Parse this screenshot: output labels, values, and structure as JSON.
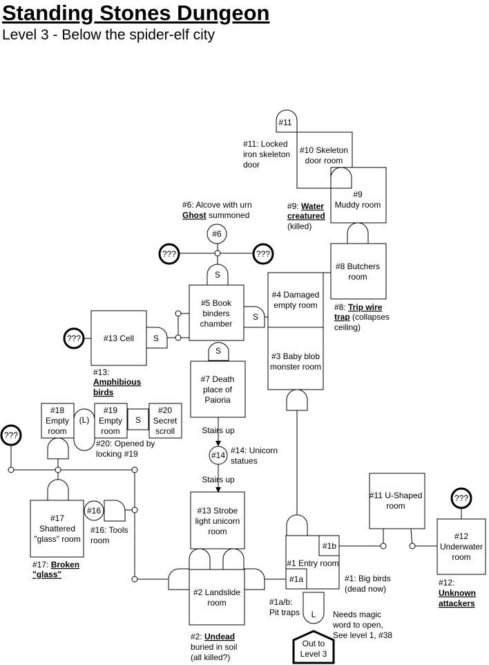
{
  "header": {
    "title": "Standing Stones Dungeon",
    "subtitle": "Level 3 - Below the spider-elf city"
  },
  "rooms": {
    "r1": [
      "#1 Entry room"
    ],
    "r1a": [
      "#1a"
    ],
    "r1b": [
      "#1b"
    ],
    "r2": [
      "#2 Landslide",
      "room"
    ],
    "r3": [
      "#3 Baby blob",
      "monster room"
    ],
    "r4": [
      "#4 Damaged",
      "empty room"
    ],
    "r5": [
      "#5 Book",
      "binders",
      "chamber"
    ],
    "r7": [
      "#7 Death",
      "place of",
      "Paioria"
    ],
    "r8": [
      "#8 Butchers",
      "room"
    ],
    "r9": [
      "#9",
      "Muddy room"
    ],
    "r10": [
      "#10 Skeleton",
      "door room"
    ],
    "r11u": [
      "#11 U-Shaped",
      "room"
    ],
    "r12": [
      "#12",
      "Underwater",
      "room"
    ],
    "r13cell": [
      "#13 Cell"
    ],
    "r13strobe": [
      "#13 Strobe",
      "light unicorn",
      "room"
    ],
    "r17": [
      "#17",
      "Shattered",
      "\"glass\" room"
    ],
    "r18": [
      "#18",
      "Empty",
      "room"
    ],
    "r19": [
      "#19",
      "Empty",
      "room"
    ],
    "r20": [
      "#20",
      "Secret",
      "scroll"
    ]
  },
  "circles": {
    "c6": "#6",
    "c14": "#14",
    "c16": "#16",
    "c11": "#11"
  },
  "unknown": "???",
  "doors": {
    "s": "S",
    "l": "L",
    "lp": "(L)"
  },
  "exit": [
    "Out to",
    "Level 3"
  ],
  "labels": {
    "stairs1": "Stairs up",
    "stairs2": "Stairs up",
    "n11": [
      "#11: Locked",
      "iron skeleton",
      "door"
    ],
    "n6": [
      "#6: Alcove with urn"
    ],
    "n6_ghost": "Ghost",
    "n6_rest": "summoned",
    "n9_pre": "#9: ",
    "n9_b1": "Water",
    "n9_b2": "creatured",
    "n9_rest": "(killed)",
    "n8_pre": "#8: ",
    "n8_b1": "Trip wire",
    "n8_b2": "trap",
    "n8_rest1": " (collapses",
    "n8_rest2": "ceiling)",
    "n13_pre": "#13:",
    "n13_b1": "Amphibious",
    "n13_b2": "birds",
    "n20": [
      "#20: Opened by",
      "locking #19"
    ],
    "n14": [
      "#14: Unicorn",
      "statues"
    ],
    "n16": [
      "#16: Tools",
      "room"
    ],
    "n17_pre": "#17: ",
    "n17_b1": "Broken",
    "n17_b2": "\"glass\"",
    "n1": [
      "#1: Big birds",
      "(dead now)"
    ],
    "n1ab": [
      "#1a/b:",
      "Pit traps"
    ],
    "nmagic": [
      "Needs magic",
      "word to open,",
      "See level 1, #38"
    ],
    "n12_pre": "#12:",
    "n12_b1": "Unknown",
    "n12_b2": "attackers",
    "n2_pre": "#2: ",
    "n2_b1": "Undead",
    "n2_rest": [
      "buried in soil",
      "(all killed?)"
    ]
  }
}
